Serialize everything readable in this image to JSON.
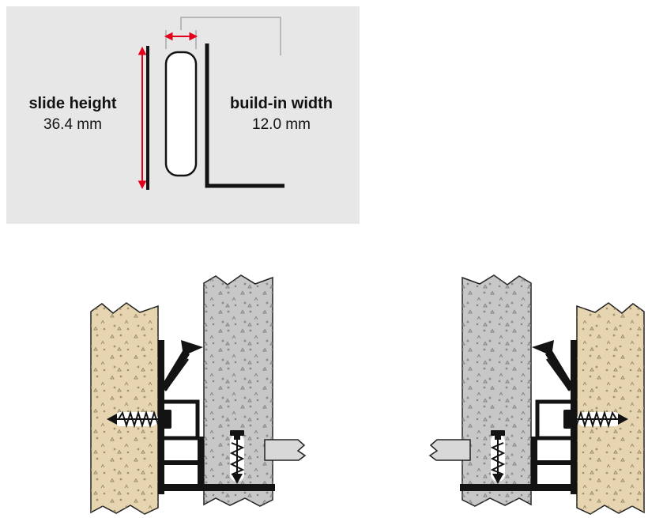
{
  "dimension_panel": {
    "slide_height": {
      "label": "slide height",
      "value": "36.4 mm"
    },
    "build_in_width": {
      "label": "build-in width",
      "value": "12.0 mm"
    }
  },
  "colors": {
    "panel_background": "#e7e7e7",
    "arrow_red": "#e2001a",
    "profile_black": "#131313",
    "wood_beige": "#e7d5b2",
    "drawer_gray": "#c7c7c7",
    "tab_gray": "#d8d8d8"
  }
}
